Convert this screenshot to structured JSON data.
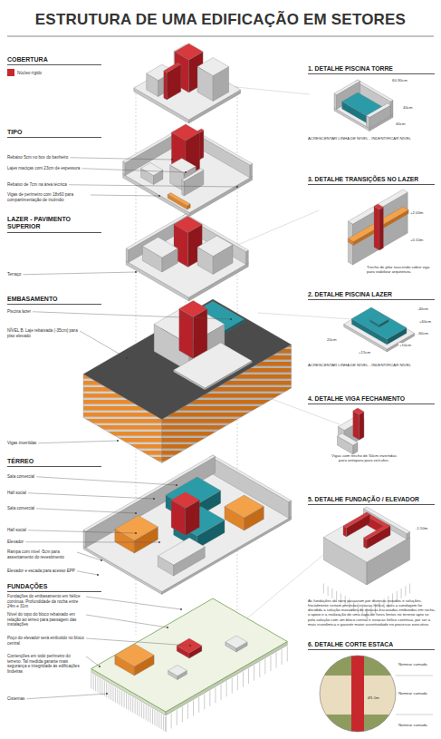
{
  "diagram": {
    "title": "ESTRUTURA DE UMA EDIFICAÇÃO EM SETORES",
    "labels": [
      "COBERTURA",
      "TIPO",
      "Rebaixo 5cm no box do banheiro",
      "Lajes maciças com 23cm de espessura",
      "Rebaixo de 7cm na área técnica",
      "Vigas de perímetro com 18x60 para compartimentação de incêndio",
      "LAZER - PAVIMENTO SUPERIOR",
      "Terraço",
      "EMBASAMENTO",
      "Piscina lazer",
      "NÍVEL B. Laje rebaixada (-35cm) para piso elevado",
      "Vigas invertidas",
      "TÉRREO",
      "Sala comercial",
      "Hall social",
      "Sala comercial",
      "Hall social",
      "Elevador",
      "Rampa com nível -5cm para assentamento do revestimento",
      "Elevador e escada para acesso EPP",
      "FUNDAÇÕES",
      "Fundações do embasamento em hélice contínua. Profundidade da rocha entre 24m e 31m",
      "Nível do topo do bloco rebaixado em relação ao térreo para passagem das instalações",
      "Poço do elevador será embutido no bloco central",
      "Contenções em todo perímetro do terreno. Tal medida garante mais segurança e integridade às edificações lindeiras",
      "Cisternas",
      "1. DETALHE PISCINA TORRE",
      "60-90cm",
      "40cm",
      "40cm",
      "ACRESCENTAR LINHA DE NÍVEL - INDENTIFICAR NÍVEL",
      "3. DETALHE TRANSIÇÕES NO LAZER",
      "+2.00m",
      "+0.10m",
      "Trecho de pilar nascendo sobre viga para viabilizar arquitetura.",
      "2. DETALHE PISCINA LAZER",
      "-40cm",
      "+60cm",
      "-60cm",
      "+10cm",
      "+15cm",
      "20cm",
      "ACRESCENTAR LINHA DE NÍVEL - INDENTIFICAR NÍVEL",
      "4. DETALHE VIGA FECHAMENTO",
      "Vigas com trecho de 50cm invertidas para anteparo para veículos.",
      "5. DETALHE FUNDAÇÃO / ELEVADOR",
      "-1.50m",
      "As fundações da torre passaram por diversos estudos e soluções. Inicialmente seriam previstas estacas hélice, após a sondagem foi decidida a solução inovadora de estacas escavadas embutidas em rocha, o apoio e a realização de uma capa de furos lentos no terreno apto se pela solução com um bloco central e estacas hélice contínua, por ser a mais econômica e garantir maior assertividade no processo executivo.",
      "6. DETALHE CORTE ESTACA",
      "Nomear camada",
      "Nomear camada",
      "Nomear camada",
      "Ø1.0m"
    ],
    "legend": [
      {
        "text": "Núcleo rígido",
        "color": "#c8282d"
      }
    ]
  }
}
